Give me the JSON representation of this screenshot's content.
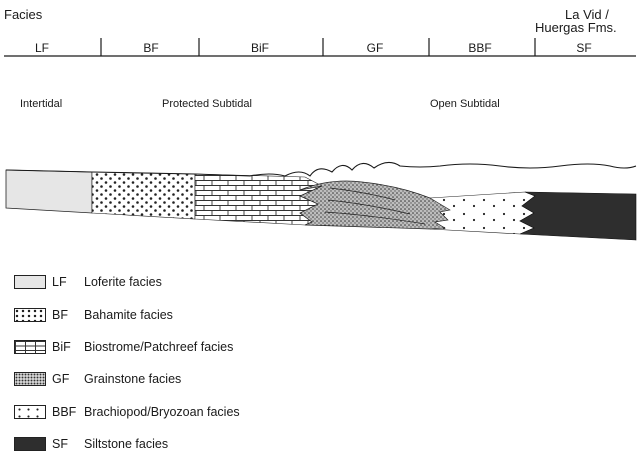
{
  "header": {
    "facies_label": "Facies",
    "formation_label_line1": "La Vid /",
    "formation_label_line2": "Huergas Fms."
  },
  "facies_codes": [
    "LF",
    "BF",
    "BiF",
    "GF",
    "BBF",
    "SF"
  ],
  "environments": {
    "intertidal": "Intertidal",
    "protected_subtidal": "Protected Subtidal",
    "open_subtidal": "Open Subtidal"
  },
  "legend": [
    {
      "code": "LF",
      "label": "Loferite facies",
      "pattern": "light-gray-fill"
    },
    {
      "code": "BF",
      "label": "Bahamite facies",
      "pattern": "dots"
    },
    {
      "code": "BiF",
      "label": "Biostrome/Patchreef facies",
      "pattern": "brick"
    },
    {
      "code": "GF",
      "label": "Grainstone facies",
      "pattern": "stipple"
    },
    {
      "code": "BBF",
      "label": "Brachiopod/Bryozoan facies",
      "pattern": "sparse-dots"
    },
    {
      "code": "SF",
      "label": "Siltstone facies",
      "pattern": "dark-fill"
    }
  ],
  "colors": {
    "loferite": "#e6e6e6",
    "siltstone": "#2e2e2e",
    "line": "#1a1a1a"
  }
}
